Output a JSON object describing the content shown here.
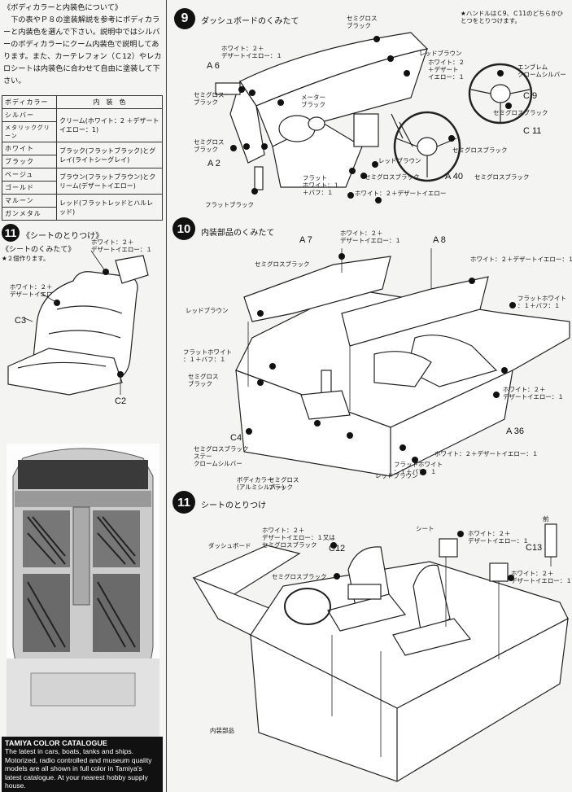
{
  "intro": {
    "heading": "《ボディカラーと内装色について》",
    "body": "下の表やＰ８の塗装解説を参考にボディカラーと内装色を選んで下さい。説明中ではシルバーのボディカラーにクーム内装色で説明してあります。また、カーテレフォン（Ｃ12）やレカロシートは内装色に合わせて自由に塗装して下さい。"
  },
  "color_table": {
    "header": [
      "ボディカラー",
      "内　装　色"
    ],
    "rows": [
      {
        "bodies": [
          "シルバー",
          "メタリックグリーン"
        ],
        "interior": "クリーム(ホワイト：2 ＋デザートイエロー：1)"
      },
      {
        "bodies": [
          "ホワイト",
          "ブラック"
        ],
        "interior": "ブラック(フラットブラック)とグレイ(ライトシーグレイ)"
      },
      {
        "bodies": [
          "ベージュ",
          "ゴールド"
        ],
        "interior": "ブラウン(フラットブラウン)とクリーム(デザートイエロー)"
      },
      {
        "bodies": [
          "マルーン",
          "ガンメタル"
        ],
        "interior": "レッド(フラットレッドとハルレッド)"
      }
    ]
  },
  "step11a": {
    "num": "11",
    "title": "《シートのとりつけ》",
    "subtitle": "《シートのくみたて》",
    "note": "★２個作ります。",
    "labels": {
      "white_desert_top": "ホワイト：２＋\nデザートイエロー：１",
      "white_desert_left": "ホワイト：２＋\nデザートイエロー：１",
      "c3": "C3",
      "c2": "C2"
    }
  },
  "step9": {
    "num": "9",
    "title": "ダッシュボードのくみたて",
    "note": "★ハンドルはＣ9、Ｃ11のどちらかひとつをとりつけます。",
    "labels": {
      "semigloss_top": "セミグロス\nブラック",
      "white_desert": "ホワイト：２＋\nデザートイエロー：１",
      "a6": "A 6",
      "red_brown": "レッドブラウン",
      "white_desert2": "ホワイト：２\n＋デザート\nイエロー：１",
      "emblem": "エンブレム\nクロームシルバー",
      "c9": "C 9",
      "semigloss_left": "セミグロス\nブラック",
      "meter": "メーター\nブラック",
      "semigloss_c9": "セミグロスブラック",
      "c11": "C 11",
      "semigloss_left2": "セミグロス\nブラック",
      "semigloss_c11": "セミグロスブラック",
      "a2": "A 2",
      "red_brown2": "レッドブラウン",
      "semigloss_mid": "セミグロスブラック",
      "a40": "A 40",
      "semigloss_a40": "セミグロスブラック",
      "flat_white": "フラット\nホワイト：１\n＋バフ：１",
      "white_desert3": "ホワイト：２＋デザートイエロー",
      "flat_black": "フラットブラック"
    }
  },
  "step10": {
    "num": "10",
    "title": "内装部品のくみたて",
    "labels": {
      "a7": "A 7",
      "white_desert": "ホワイト：２＋\nデザートイエロー：１",
      "a8": "A 8",
      "semigloss": "セミグロスブラック",
      "white_desert_r": "ホワイト：２＋デザートイエロー：１",
      "flat_white_r": "フラットホワイト\n：１＋バフ：１",
      "red_brown": "レッドブラウン",
      "flat_white_l": "フラットホワイト\n：１＋バフ：１",
      "semigloss_l": "セミグロス\nブラック",
      "white_desert_r2": "ホワイト：２＋\nデザートイエロー：１",
      "c4": "C4",
      "a36": "A 36",
      "stay": "セミグロスブラック\nステー\nクロームシルバー",
      "white_desert_b": "ホワイト：２＋デザートイエロー：１",
      "flat_white_b": "フラットホワイト\n：１＋バフ：１",
      "body_color": "ボディカラー\n(アルミシルバー)",
      "semigloss_b": "セミグロス\nブラック",
      "red_brown_b": "レッドブラウン"
    }
  },
  "step11b": {
    "num": "11",
    "title": "シートのとりつけ",
    "labels": {
      "dashboard": "ダッシュボード",
      "white_desert_c12": "ホワイト：２＋\nデザートイエロー：１又は\nセミグロスブラック",
      "c12": "C12",
      "seat": "シート",
      "white_desert_r": "ホワイト：２＋\nデザートイエロー：１",
      "front": "前",
      "c13": "C13",
      "white_desert_r2": "ホワイト：２＋\nデザートイエロー：１",
      "semigloss": "セミグロスブラック",
      "interior_parts": "内装部品"
    }
  },
  "catalogue": {
    "title": "TAMIYA COLOR CATALOGUE",
    "body": "The latest in cars, boats, tanks and ships. Motorized, radio controlled and museum quality models are all shown in full color in Tamiya's latest catalogue. At your nearest hobby supply house."
  }
}
